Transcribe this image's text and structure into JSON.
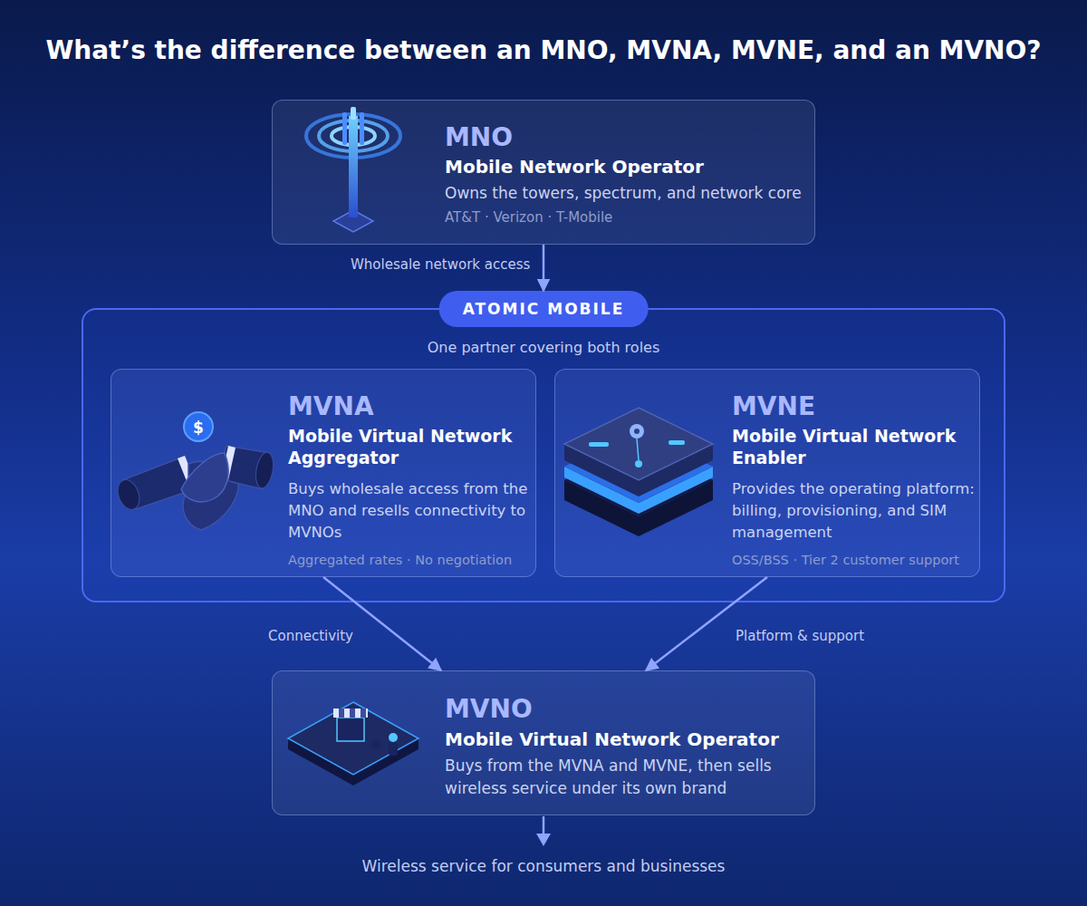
{
  "diagram": {
    "title": "What’s the difference between an MNO, MVNA, MVNE, and an MVNO?",
    "nodes": [
      {
        "text": [
          "MNO",
          "Mobile Network Operator",
          "Owns the towers, spectrum, and network core",
          "AT&T · Verizon · T-Mobile"
        ]
      },
      {
        "text": [
          "ATOMIC MOBILE",
          "One partner covering both roles"
        ]
      },
      {
        "text": [
          "MVNA",
          "Mobile Virtual Network Aggregator",
          "Buys wholesale access from the MNO and resells connectivity to MVNOs",
          "Aggregated rates · No negotiation"
        ],
        "in": 1
      },
      {
        "text": [
          "MVNE",
          "Mobile Virtual Network Enabler",
          "Provides the operating platform: billing, provisioning, and SIM management",
          "OSS/BSS · Tier 2 customer support"
        ],
        "in": 1
      },
      {
        "text": [
          "MVNO",
          "Mobile Virtual Network Operator",
          "Buys from the MVNA and MVNE, then sells wireless service under its own brand"
        ]
      }
    ],
    "edges": [
      {
        "from": 0,
        "to": 1,
        "label": "Wholesale network access",
        "arrow": "to"
      },
      {
        "from": 2,
        "to": 4,
        "label": "Connectivity",
        "arrow": "to"
      },
      {
        "from": 3,
        "to": 4,
        "label": "Platform & support",
        "arrow": "to"
      }
    ],
    "labels": [
      "Wireless service for consumers and businesses",
      "$"
    ]
  }
}
